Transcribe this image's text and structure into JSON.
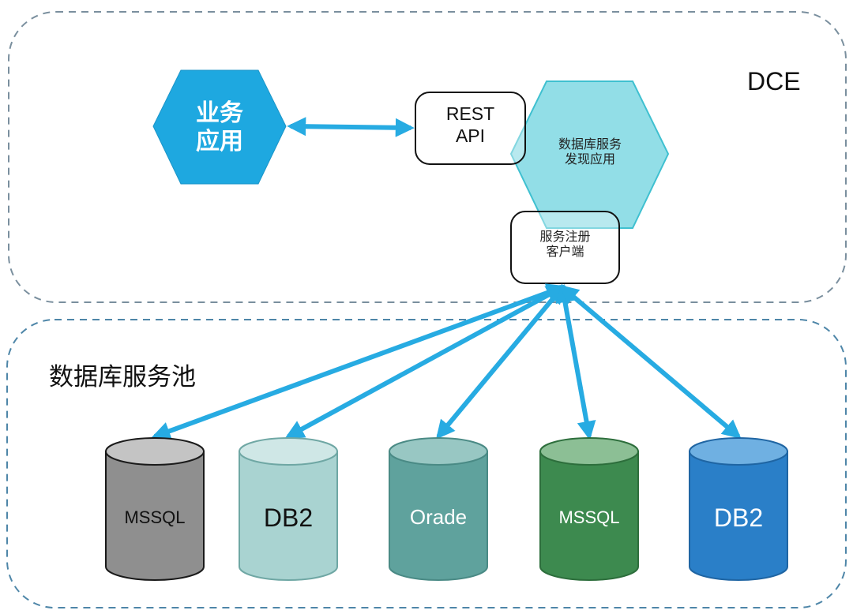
{
  "zones": {
    "dce": {
      "label": "DCE"
    },
    "pool": {
      "label": "数据库服务池"
    }
  },
  "nodes": {
    "business_app": {
      "label": "业务\n应用",
      "fill": "#1ea8e0",
      "text_color": "#ffffff"
    },
    "rest_api": {
      "label": "REST\nAPI"
    },
    "discovery_app": {
      "label": "数据库服务\n发现应用",
      "fill": "#7fd8e3"
    },
    "registry_client": {
      "label": "服务注册\n客户端"
    }
  },
  "databases": [
    {
      "label": "MSSQL",
      "body": "#8f8f8f",
      "top": "#c4c4c4",
      "stroke": "#1a1a1a",
      "text_color": "#111111"
    },
    {
      "label": "DB2",
      "body": "#a9d3d1",
      "top": "#cfe7e6",
      "stroke": "#6fa7a4",
      "text_color": "#111111"
    },
    {
      "label": "Orade",
      "body": "#5fa29d",
      "top": "#98c7c3",
      "stroke": "#4a8a85",
      "text_color": "#ffffff"
    },
    {
      "label": "MSSQL",
      "body": "#3d8a4f",
      "top": "#8cbf95",
      "stroke": "#2d6e3c",
      "text_color": "#ffffff"
    },
    {
      "label": "DB2",
      "body": "#2a7fc8",
      "top": "#6fb0e2",
      "stroke": "#1f65a3",
      "text_color": "#ffffff"
    }
  ],
  "colors": {
    "arrow": "#27abe2",
    "dce_border": "#7a8f9e",
    "pool_border": "#4e86a8"
  }
}
